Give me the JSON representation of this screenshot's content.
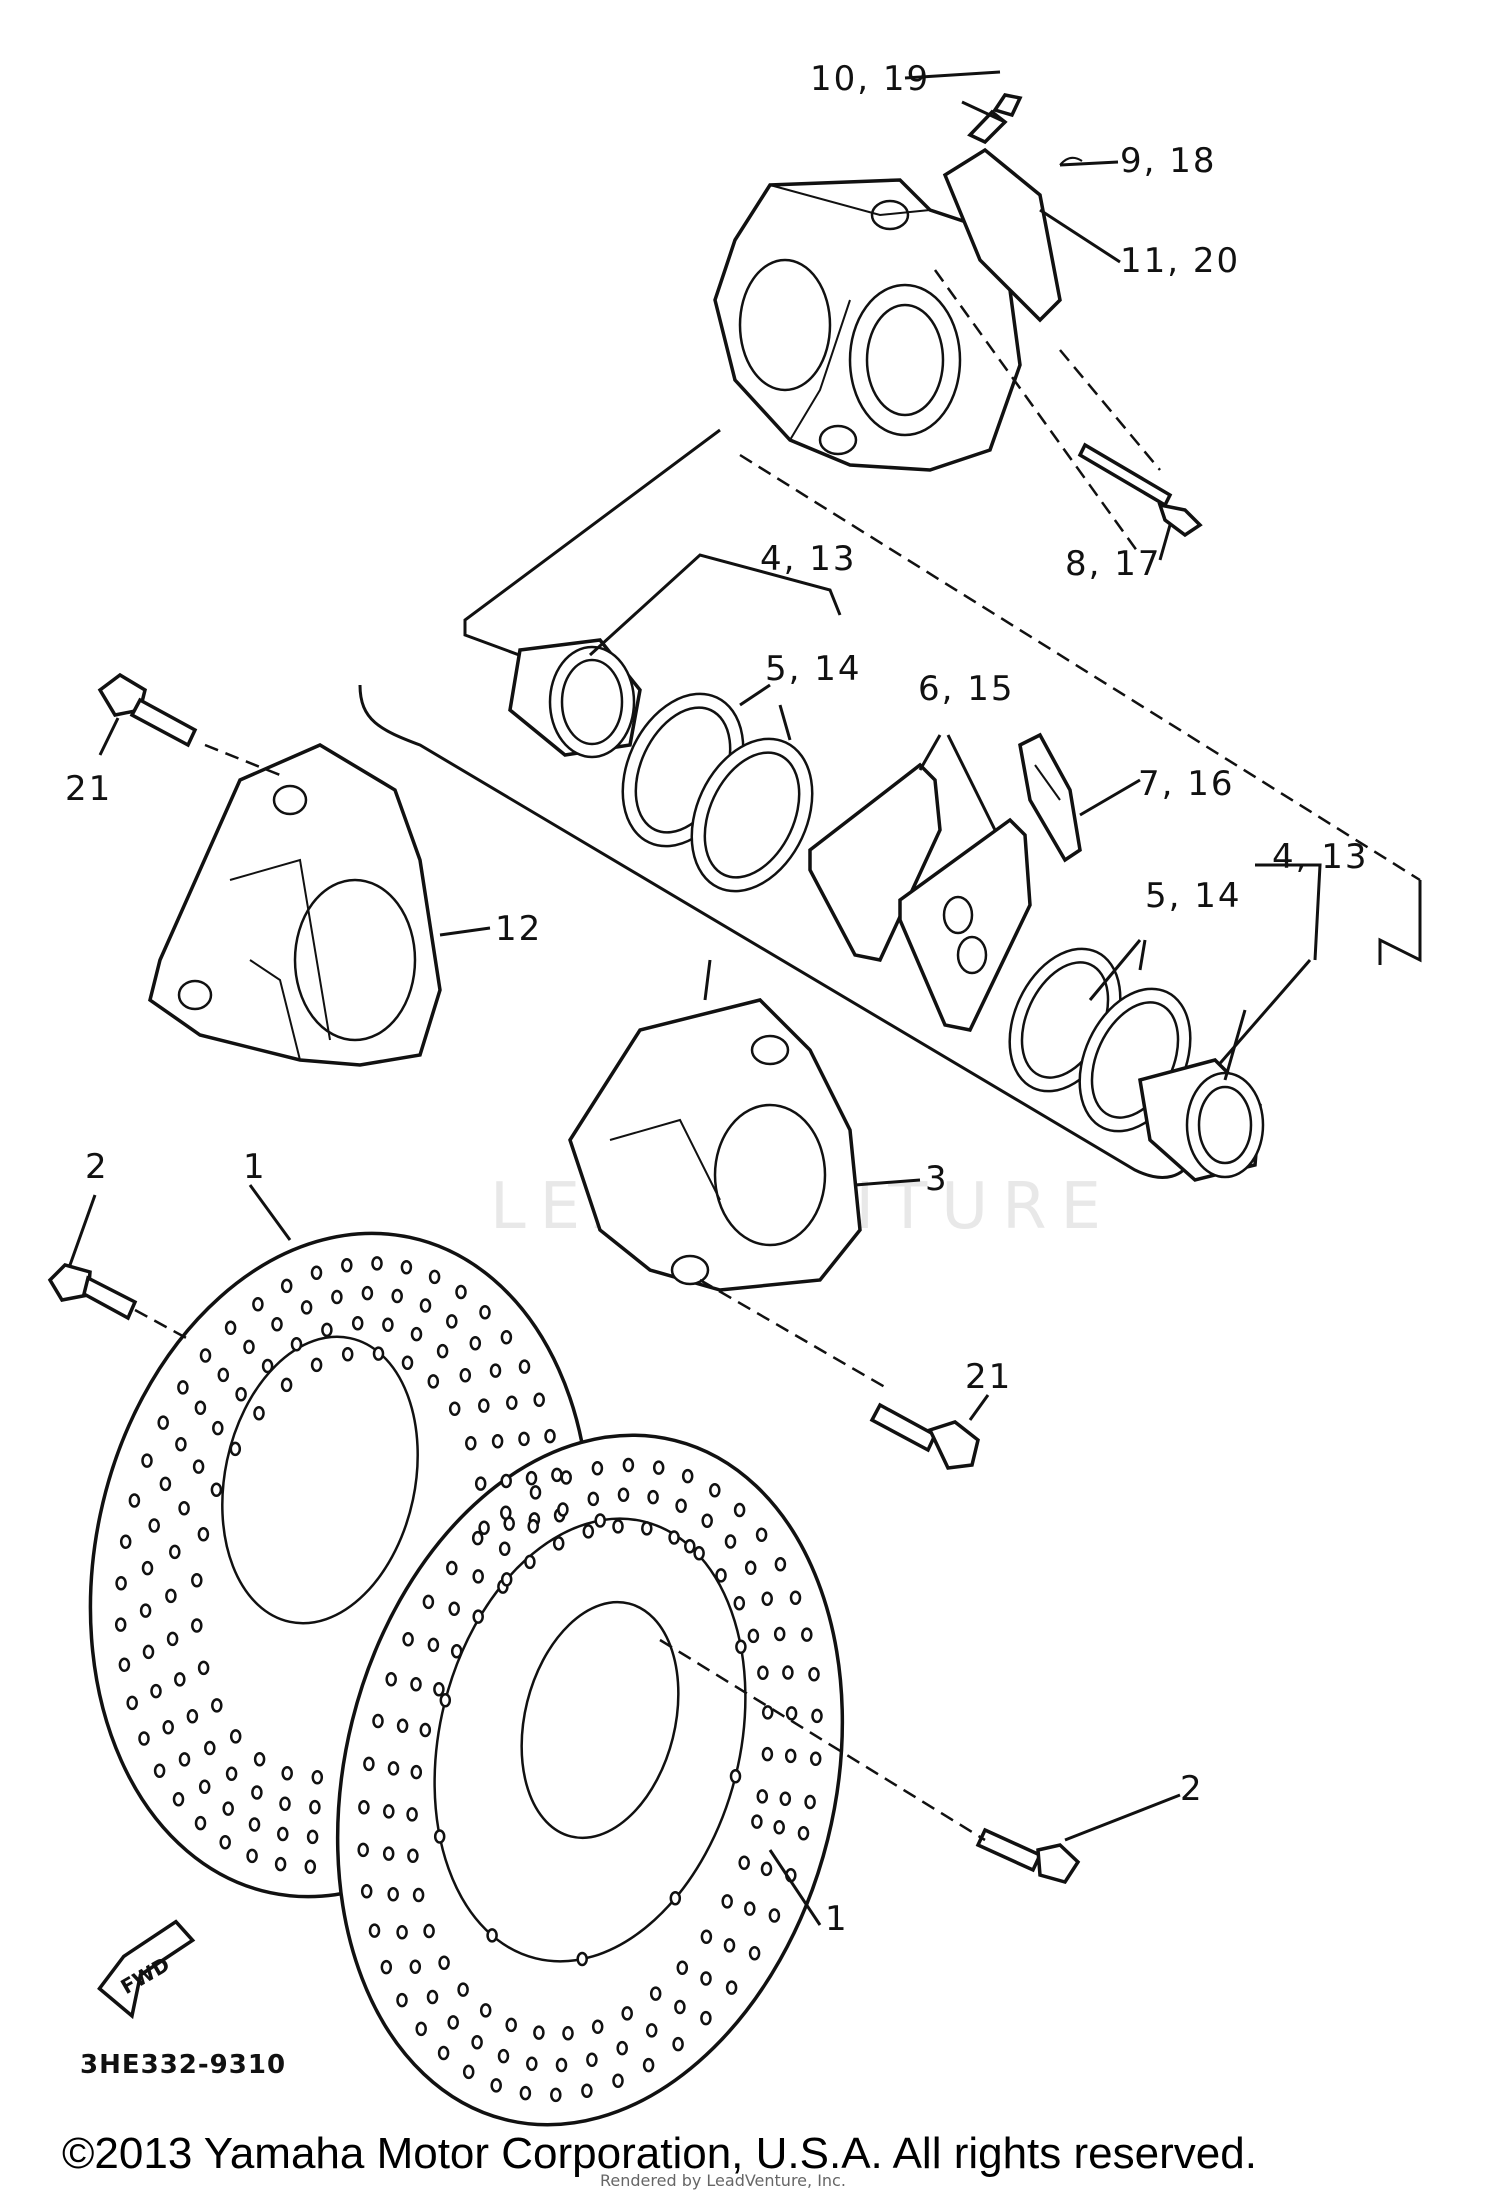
{
  "callouts": {
    "c10_19": "10, 19",
    "c9_18": "9, 18",
    "c11_20": "11, 20",
    "c8_17": "8, 17",
    "c4_13_top": "4, 13",
    "c5_14_top": "5, 14",
    "c6_15": "6, 15",
    "c7_16": "7, 16",
    "c4_13_right": "4, 13",
    "c5_14_right": "5, 14",
    "c21_left": "21",
    "c12": "12",
    "c3": "3",
    "c2_left": "2",
    "c1_left": "1",
    "c21_right": "21",
    "c2_right": "2",
    "c1_right": "1"
  },
  "fwd_label": "FWD",
  "diagram_code": "3HE332-9310",
  "watermark": "LEADVENTURE",
  "copyright": "©2013 Yamaha Motor Corporation, U.S.A. All rights reserved.",
  "credit": "Rendered by LeadVenture, Inc."
}
